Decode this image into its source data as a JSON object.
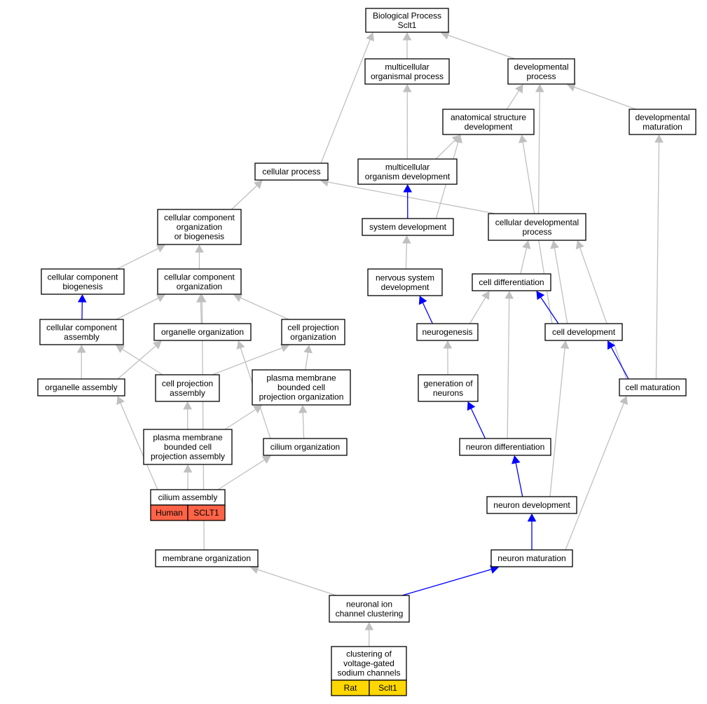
{
  "colors": {
    "edge_gray": "#c0c0c0",
    "edge_blue": "#0000ff",
    "human_tag": "#ff6347",
    "rat_tag": "#ffd700"
  },
  "nodes": {
    "bp_root": [
      "Biological Process",
      "Sclt1"
    ],
    "multicellular_organismal_process": [
      "multicellular",
      "organismal process"
    ],
    "developmental_process": [
      "developmental",
      "process"
    ],
    "anatomical_structure_development": [
      "anatomical structure",
      "development"
    ],
    "developmental_maturation": [
      "developmental",
      "maturation"
    ],
    "cellular_process": [
      "cellular process"
    ],
    "multicellular_organism_development": [
      "multicellular",
      "organism development"
    ],
    "cellular_component_org_or_biogenesis": [
      "cellular component",
      "organization",
      "or biogenesis"
    ],
    "system_development": [
      "system development"
    ],
    "cellular_developmental_process": [
      "cellular developmental",
      "process"
    ],
    "cellular_component_biogenesis": [
      "cellular component",
      "biogenesis"
    ],
    "cellular_component_organization": [
      "cellular component",
      "organization"
    ],
    "nervous_system_development": [
      "nervous system",
      "development"
    ],
    "cell_differentiation": [
      "cell differentiation"
    ],
    "cellular_component_assembly": [
      "cellular component",
      "assembly"
    ],
    "organelle_organization": [
      "organelle organization"
    ],
    "cell_projection_organization": [
      "cell projection",
      "organization"
    ],
    "neurogenesis": [
      "neurogenesis"
    ],
    "cell_development": [
      "cell development"
    ],
    "organelle_assembly": [
      "organelle assembly"
    ],
    "cell_projection_assembly": [
      "cell projection",
      "assembly"
    ],
    "pm_bounded_cell_projection_organization": [
      "plasma membrane",
      "bounded cell",
      "projection organization"
    ],
    "generation_of_neurons": [
      "generation of",
      "neurons"
    ],
    "cell_maturation": [
      "cell maturation"
    ],
    "pm_bounded_cell_projection_assembly": [
      "plasma membrane",
      "bounded cell",
      "projection assembly"
    ],
    "cilium_organization": [
      "cilium organization"
    ],
    "neuron_differentiation": [
      "neuron differentiation"
    ],
    "cilium_assembly": [
      "cilium assembly"
    ],
    "neuron_development": [
      "neuron development"
    ],
    "membrane_organization": [
      "membrane organization"
    ],
    "neuron_maturation": [
      "neuron maturation"
    ],
    "neuronal_ion_channel_clustering": [
      "neuronal ion",
      "channel clustering"
    ],
    "clustering_voltage_gated_sodium_channels": [
      "clustering of",
      "voltage-gated",
      "sodium channels"
    ]
  },
  "annotations": {
    "cilium_assembly": [
      "Human",
      "SCLT1"
    ],
    "clustering_voltage_gated_sodium_channels": [
      "Rat",
      "Sclt1"
    ]
  },
  "edges": [
    {
      "from": "multicellular_organismal_process",
      "to": "bp_root",
      "color": "gray"
    },
    {
      "from": "developmental_process",
      "to": "bp_root",
      "color": "gray"
    },
    {
      "from": "cellular_process",
      "to": "bp_root",
      "color": "gray"
    },
    {
      "from": "anatomical_structure_development",
      "to": "developmental_process",
      "color": "gray"
    },
    {
      "from": "developmental_maturation",
      "to": "developmental_process",
      "color": "gray"
    },
    {
      "from": "multicellular_organism_development",
      "to": "multicellular_organismal_process",
      "color": "gray"
    },
    {
      "from": "multicellular_organism_development",
      "to": "anatomical_structure_development",
      "color": "gray"
    },
    {
      "from": "cellular_component_org_or_biogenesis",
      "to": "cellular_process",
      "color": "gray"
    },
    {
      "from": "cellular_developmental_process",
      "to": "cellular_process",
      "color": "gray"
    },
    {
      "from": "cellular_developmental_process",
      "to": "developmental_process",
      "color": "gray"
    },
    {
      "from": "system_development",
      "to": "multicellular_organism_development",
      "color": "blue"
    },
    {
      "from": "system_development",
      "to": "anatomical_structure_development",
      "color": "gray"
    },
    {
      "from": "cell_development",
      "to": "anatomical_structure_development",
      "color": "gray"
    },
    {
      "from": "cellular_component_biogenesis",
      "to": "cellular_component_org_or_biogenesis",
      "color": "gray"
    },
    {
      "from": "cellular_component_organization",
      "to": "cellular_component_org_or_biogenesis",
      "color": "gray"
    },
    {
      "from": "nervous_system_development",
      "to": "system_development",
      "color": "gray"
    },
    {
      "from": "cell_differentiation",
      "to": "cellular_developmental_process",
      "color": "gray"
    },
    {
      "from": "cell_development",
      "to": "cellular_developmental_process",
      "color": "gray"
    },
    {
      "from": "cell_maturation",
      "to": "cellular_developmental_process",
      "color": "gray"
    },
    {
      "from": "cellular_component_assembly",
      "to": "cellular_component_biogenesis",
      "color": "blue"
    },
    {
      "from": "cellular_component_assembly",
      "to": "cellular_component_organization",
      "color": "gray"
    },
    {
      "from": "organelle_organization",
      "to": "cellular_component_organization",
      "color": "gray"
    },
    {
      "from": "cell_projection_organization",
      "to": "cellular_component_organization",
      "color": "gray"
    },
    {
      "from": "membrane_organization",
      "to": "cellular_component_organization",
      "color": "gray"
    },
    {
      "from": "neurogenesis",
      "to": "nervous_system_development",
      "color": "blue"
    },
    {
      "from": "neurogenesis",
      "to": "cell_differentiation",
      "color": "gray"
    },
    {
      "from": "cell_development",
      "to": "cell_differentiation",
      "color": "blue"
    },
    {
      "from": "neuron_differentiation",
      "to": "cell_differentiation",
      "color": "gray"
    },
    {
      "from": "cell_maturation",
      "to": "cell_development",
      "color": "blue"
    },
    {
      "from": "neuron_development",
      "to": "cell_development",
      "color": "gray"
    },
    {
      "from": "cell_maturation",
      "to": "developmental_maturation",
      "color": "gray"
    },
    {
      "from": "organelle_assembly",
      "to": "cellular_component_assembly",
      "color": "gray"
    },
    {
      "from": "organelle_assembly",
      "to": "organelle_organization",
      "color": "gray"
    },
    {
      "from": "cell_projection_assembly",
      "to": "cellular_component_assembly",
      "color": "gray"
    },
    {
      "from": "cell_projection_assembly",
      "to": "cell_projection_organization",
      "color": "gray"
    },
    {
      "from": "pm_bounded_cell_projection_organization",
      "to": "cell_projection_organization",
      "color": "gray"
    },
    {
      "from": "cilium_organization",
      "to": "organelle_organization",
      "color": "gray"
    },
    {
      "from": "cilium_organization",
      "to": "pm_bounded_cell_projection_organization",
      "color": "gray"
    },
    {
      "from": "generation_of_neurons",
      "to": "neurogenesis",
      "color": "gray"
    },
    {
      "from": "neuron_differentiation",
      "to": "generation_of_neurons",
      "color": "blue"
    },
    {
      "from": "pm_bounded_cell_projection_assembly",
      "to": "cell_projection_assembly",
      "color": "gray"
    },
    {
      "from": "pm_bounded_cell_projection_assembly",
      "to": "pm_bounded_cell_projection_organization",
      "color": "gray"
    },
    {
      "from": "cilium_assembly",
      "to": "pm_bounded_cell_projection_assembly",
      "color": "gray"
    },
    {
      "from": "cilium_assembly",
      "to": "organelle_assembly",
      "color": "gray"
    },
    {
      "from": "cilium_assembly",
      "to": "cilium_organization",
      "color": "gray"
    },
    {
      "from": "neuron_development",
      "to": "neuron_differentiation",
      "color": "blue"
    },
    {
      "from": "neuron_maturation",
      "to": "neuron_development",
      "color": "blue"
    },
    {
      "from": "neuron_maturation",
      "to": "cell_maturation",
      "color": "gray"
    },
    {
      "from": "neuronal_ion_channel_clustering",
      "to": "neuron_maturation",
      "color": "blue"
    },
    {
      "from": "neuronal_ion_channel_clustering",
      "to": "membrane_organization",
      "color": "gray"
    },
    {
      "from": "clustering_voltage_gated_sodium_channels",
      "to": "neuronal_ion_channel_clustering",
      "color": "gray"
    }
  ]
}
